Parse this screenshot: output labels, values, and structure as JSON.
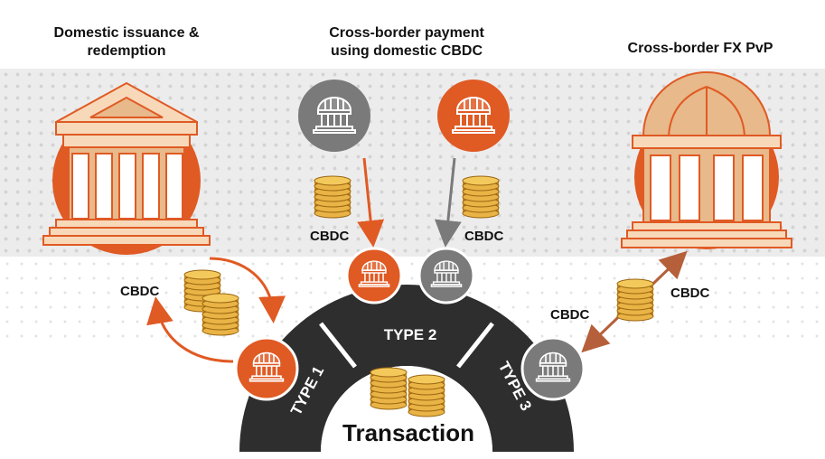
{
  "headers": {
    "left_line1": "Domestic issuance &",
    "left_line2": "redemption",
    "middle_line1": "Cross-border payment",
    "middle_line2": "using domestic CBDC",
    "right": "Cross-border FX PvP"
  },
  "labels": {
    "cbdc_middle_left": "CBDC",
    "cbdc_middle_right": "CBDC",
    "cbdc_left": "CBDC",
    "cbdc_right_lower": "CBDC",
    "cbdc_right_upper": "CBDC"
  },
  "arch": {
    "type1": "TYPE 1",
    "type2": "TYPE 2",
    "type3": "TYPE 3",
    "center": "Transaction"
  },
  "colors": {
    "orange": "#e05a24",
    "tan": "#e8b98a",
    "grey": "#7a7a7a",
    "dark": "#2e2e2e",
    "gold": "#d49a2a"
  },
  "icons": [
    "bank-icon",
    "coin-stack-icon",
    "arrow-icon"
  ]
}
